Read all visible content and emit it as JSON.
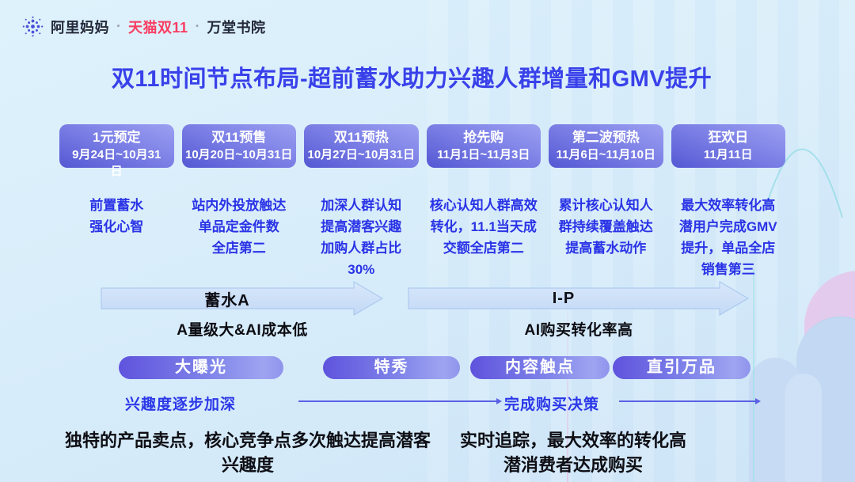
{
  "header": {
    "brand_left": "阿里妈妈",
    "separator": "·",
    "brand_campaign": "天猫双11",
    "brand_right": "万堂书院",
    "title": "双11时间节点布局-超前蓄水助力兴趣人群增量和GMV提升"
  },
  "colors": {
    "title_blue": "#3941ea",
    "desc_blue": "#2a33e6",
    "campaign_red": "#f93e63",
    "phase_gradient_start": "#5458d3",
    "phase_gradient_end": "#9ca0f1",
    "arrow_fill": "#cde0f8",
    "pill_gradient_start": "#5f53dd",
    "pill_gradient_end": "#9fa4f1"
  },
  "phases": [
    {
      "name": "1元预定",
      "dates": "9月24日~10月31\n日",
      "desc": "前置蓄水\n强化心智"
    },
    {
      "name": "双11预售",
      "dates": "10月20日~10月31日",
      "desc": "站内外投放触达\n单品定金件数\n全店第二"
    },
    {
      "name": "双11预热",
      "dates": "10月27日~10月31日",
      "desc": "加深人群认知\n提高潜客兴趣\n加购人群占比\n30%"
    },
    {
      "name": "抢先购",
      "dates": "11月1日~11月3日",
      "desc": "核心认知人群高效\n转化，11.1当天成\n交额全店第二"
    },
    {
      "name": "第二波预热",
      "dates": "11月6日~11月10日",
      "desc": "累计核心认知人\n群持续覆盖触达\n提高蓄水动作"
    },
    {
      "name": "狂欢日",
      "dates": "11月11日",
      "desc": "最大效率转化高\n潜用户完成GMV\n提升，单品全店\n销售第三"
    }
  ],
  "stages": [
    {
      "label": "蓄水A",
      "note": "A量级大&AI成本低"
    },
    {
      "label": "I-P",
      "note": "AI购买转化率高"
    }
  ],
  "products": [
    {
      "label": "大曝光"
    },
    {
      "label": "特秀"
    },
    {
      "label": "内容触点"
    },
    {
      "label": "直引万品"
    }
  ],
  "flow": [
    {
      "label": "兴趣度逐步加深"
    },
    {
      "label": "完成购买决策"
    }
  ],
  "footnotes": [
    {
      "text": "独特的产品卖点，核心竞争点多次触达提高潜客兴趣度"
    },
    {
      "text": "实时追踪，最大效率的转化高潜消费者达成购买"
    }
  ]
}
